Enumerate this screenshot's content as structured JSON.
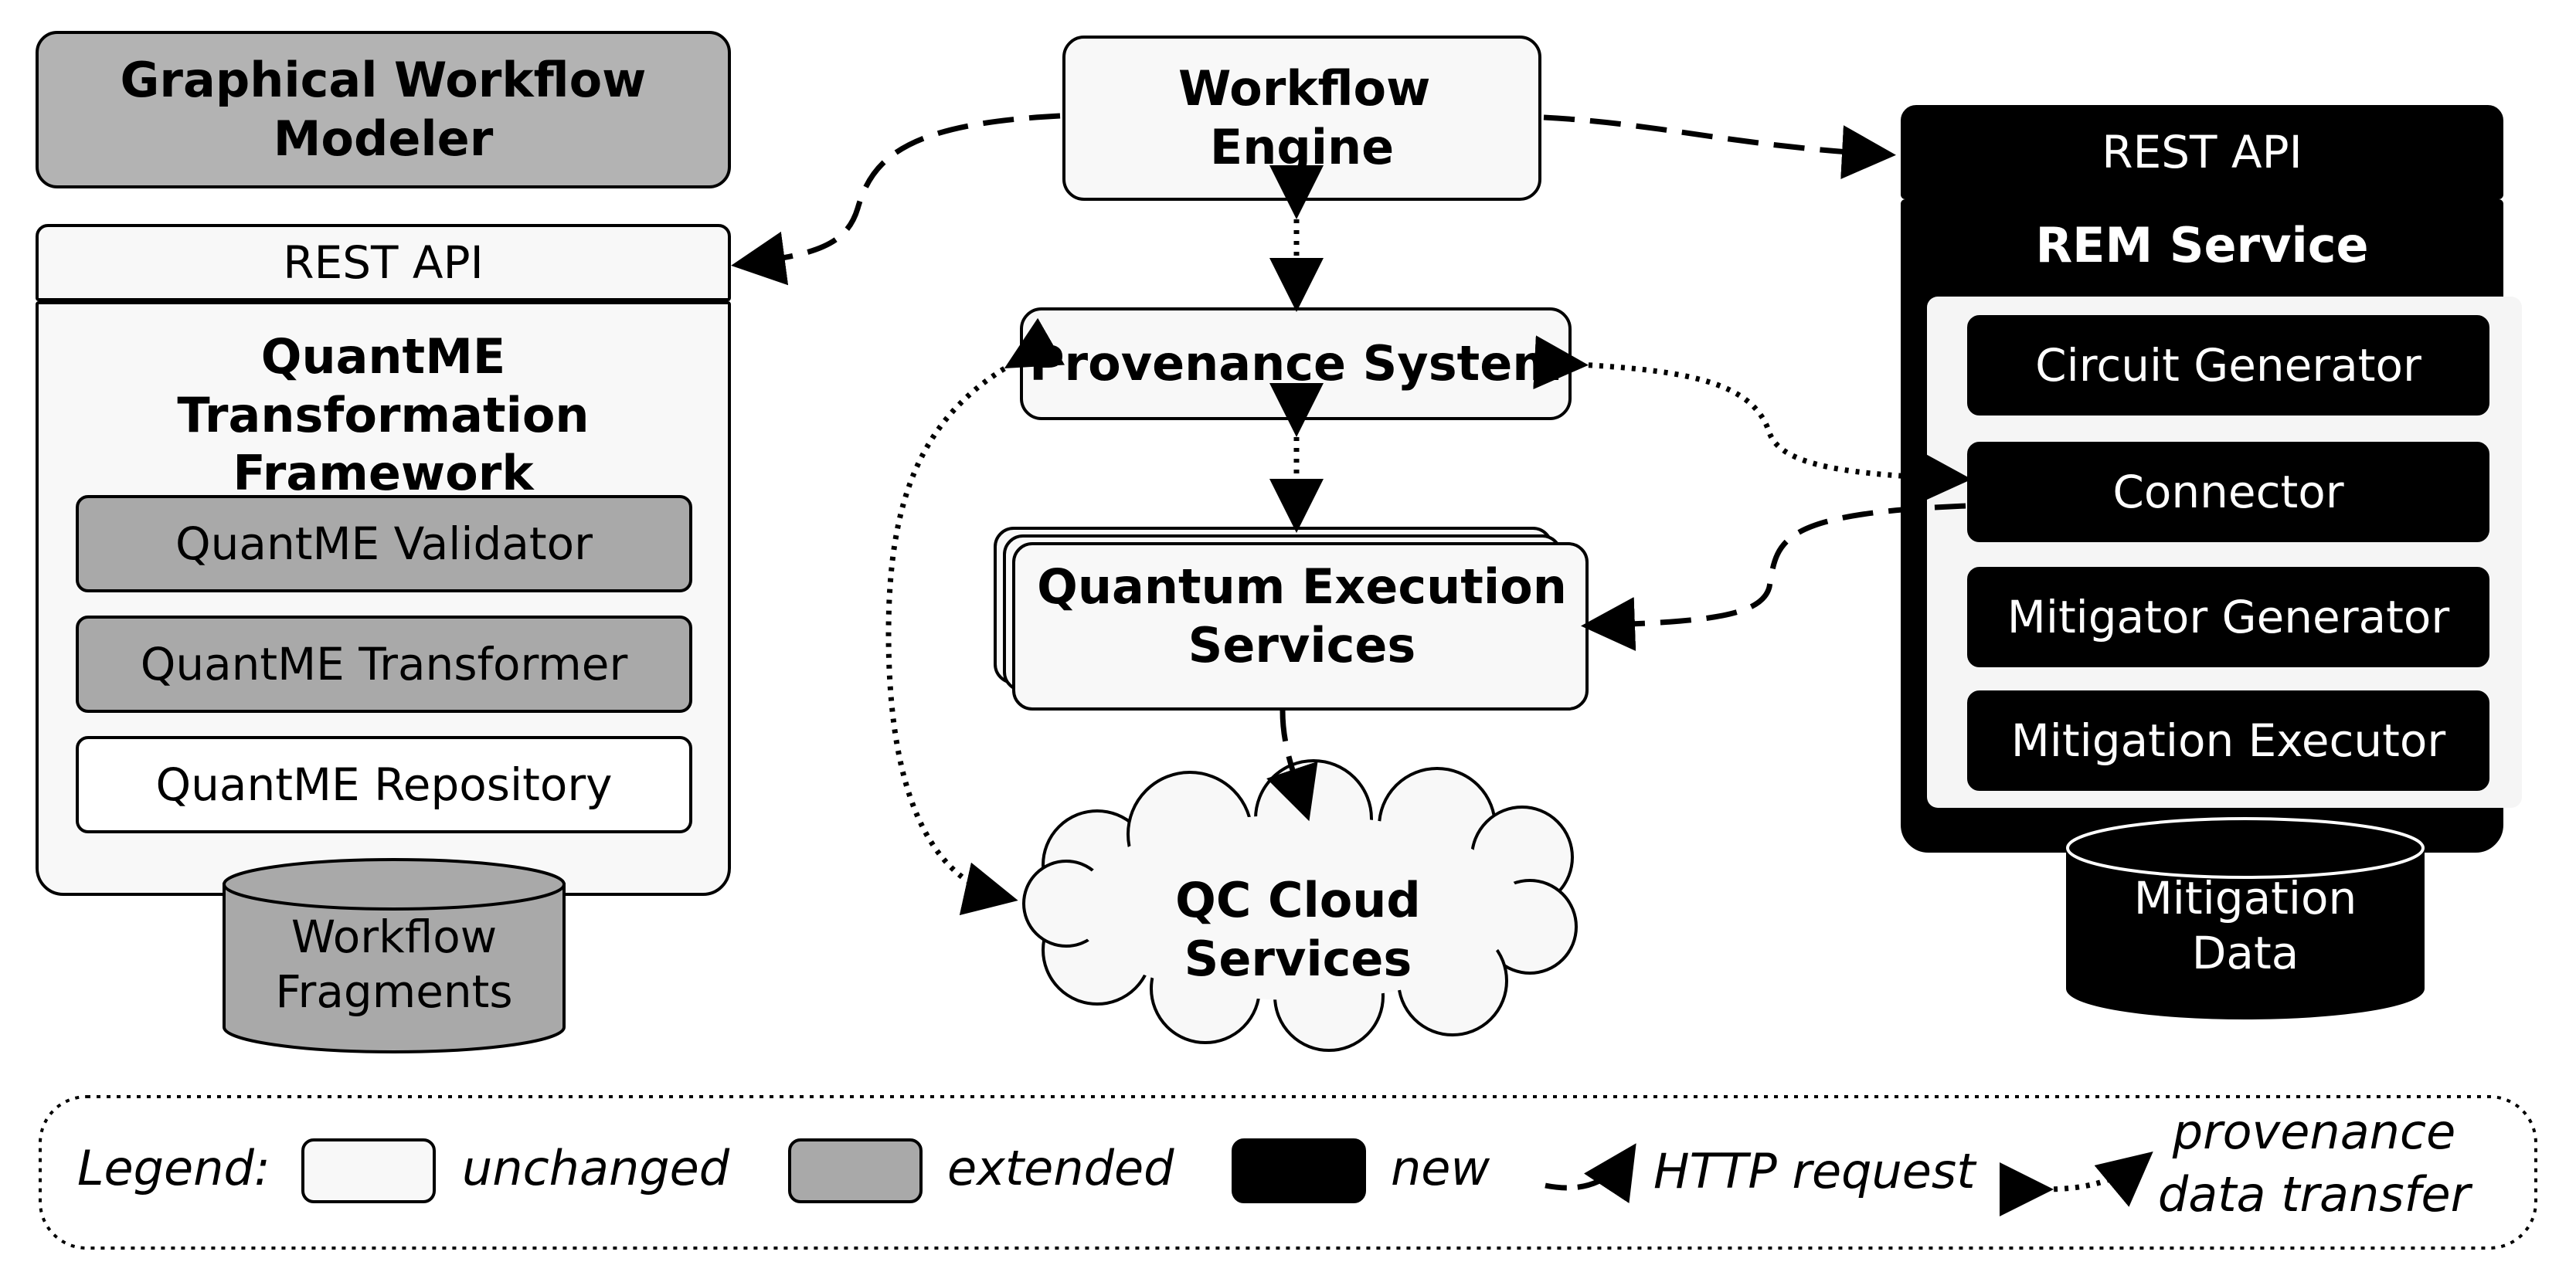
{
  "left": {
    "modeler_title": "Graphical Workflow Modeler",
    "rest_api": "REST API",
    "framework_title": "QuantME Transformation Framework",
    "validator": "QuantME Validator",
    "transformer": "QuantME Transformer",
    "repository": "QuantME Repository",
    "fragments_db": "Workflow Fragments"
  },
  "middle": {
    "workflow_engine": "Workflow Engine",
    "provenance_system": "Provenance System",
    "execution_services": "Quantum Execution Services",
    "qc_cloud": "QC Cloud Services"
  },
  "right": {
    "rest_api": "REST API",
    "rem_title": "REM Service",
    "circuit_generator": "Circuit Generator",
    "connector": "Connector",
    "mitigator_generator": "Mitigator Generator",
    "mitigation_executor": "Mitigation Executor",
    "mitigation_db": "Mitigation Data"
  },
  "legend": {
    "title": "Legend:",
    "unchanged": "unchanged",
    "extended": "extended",
    "new": "new",
    "http": "HTTP request",
    "provenance": "provenance data transfer"
  },
  "colors": {
    "unchanged": "#f8f8f8",
    "extended": "#b3b3b3",
    "new": "#000000"
  }
}
